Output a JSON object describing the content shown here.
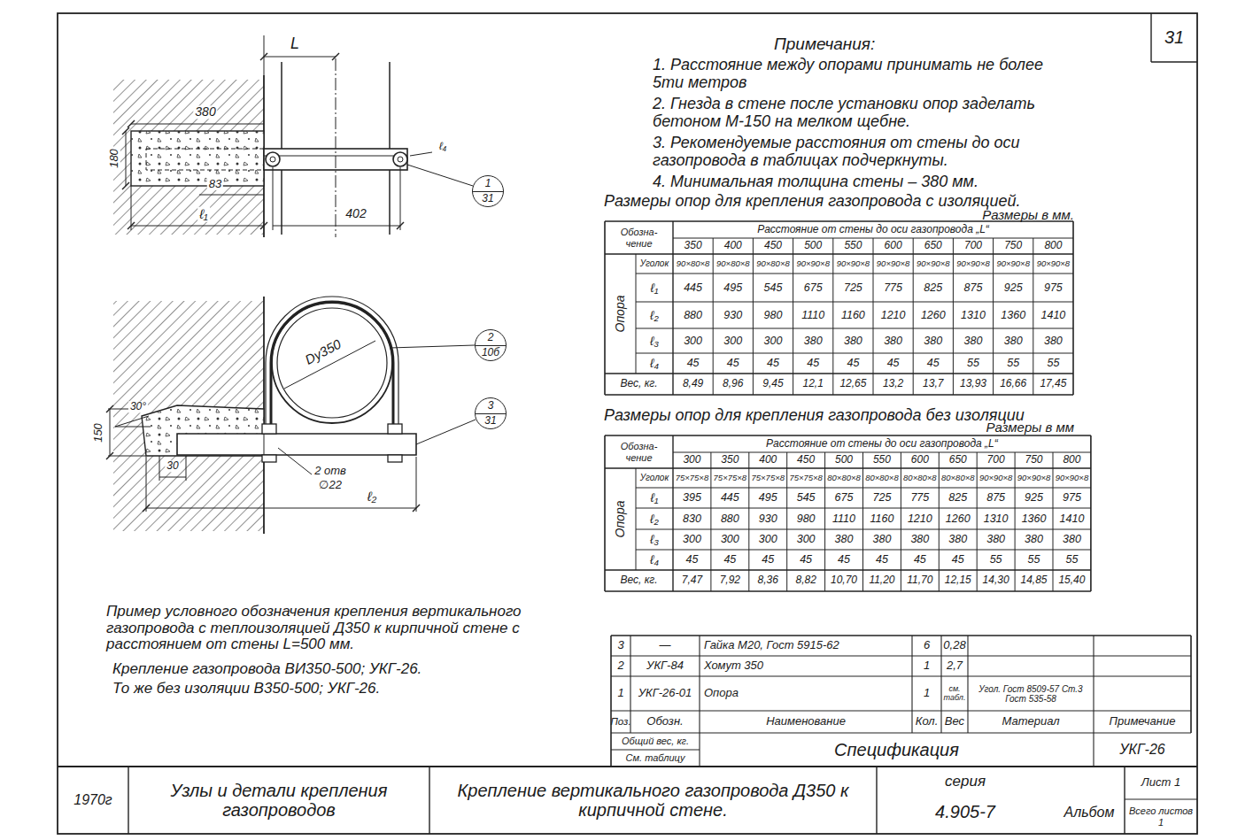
{
  "diagram": {
    "nodes": [
      {
        "text": [
          "1",
          "31"
        ]
      },
      {
        "text": [
          "2",
          "10б"
        ]
      },
      {
        "text": [
          "3",
          "31"
        ]
      }
    ],
    "labels": [
      "L",
      "380",
      "180",
      "83",
      "ℓ₁",
      "402",
      "ℓ₄",
      "Dу350",
      "30°",
      "150",
      "30",
      "2 отв",
      "∅22",
      "ℓ₂",
      "31",
      "Примечания:",
      "1. Расстояние между опорами принимать не более 5ти метров",
      "2. Гнезда в стене после установки опор заделать бетоном М-150 на мелком щебне.",
      "3. Рекомендуемые расстояния от стены до оси газопровода в таблицах подчеркнуты.",
      "4. Минимальная толщина стены – 380 мм.",
      "Размеры опор для крепления газопровода с изоляцией.",
      "Размеры в мм.",
      "Обозна- чение",
      "Расстояние от стены до оси газопровода „L“",
      "350",
      "400",
      "450",
      "500",
      "550",
      "600",
      "650",
      "700",
      "750",
      "800",
      "Опора",
      "Уголок",
      "90×80×8",
      "90×80×8",
      "90×80×8",
      "90×90×8",
      "90×90×8",
      "90×90×8",
      "90×90×8",
      "90×90×8",
      "90×90×8",
      "90×90×8",
      "ℓ₁",
      "445",
      "495",
      "545",
      "675",
      "725",
      "775",
      "825",
      "875",
      "925",
      "975",
      "ℓ₂",
      "880",
      "930",
      "980",
      "1110",
      "1160",
      "1210",
      "1260",
      "1310",
      "1360",
      "1410",
      "ℓ₃",
      "300",
      "300",
      "300",
      "380",
      "380",
      "380",
      "380",
      "380",
      "380",
      "380",
      "ℓ₄",
      "45",
      "45",
      "45",
      "45",
      "45",
      "45",
      "45",
      "55",
      "55",
      "55",
      "Вес, кг.",
      "8,49",
      "8,96",
      "9,45",
      "12,1",
      "12,65",
      "13,2",
      "13,7",
      "13,93",
      "16,66",
      "17,45",
      "Размеры опор для крепления газопровода без изоляции",
      "Размеры в мм",
      "Обозна- чение",
      "Расстояние от стены до оси газопровода „L“",
      "300",
      "350",
      "400",
      "450",
      "500",
      "550",
      "600",
      "650",
      "700",
      "750",
      "800",
      "Опора",
      "Уголок",
      "75×75×8",
      "75×75×8",
      "75×75×8",
      "75×75×8",
      "80×80×8",
      "80×80×8",
      "80×80×8",
      "80×80×8",
      "90×90×8",
      "90×90×8",
      "90×90×8",
      "ℓ₁",
      "395",
      "445",
      "495",
      "545",
      "675",
      "725",
      "775",
      "825",
      "875",
      "925",
      "975",
      "ℓ₂",
      "830",
      "880",
      "930",
      "980",
      "1110",
      "1160",
      "1210",
      "1260",
      "1310",
      "1360",
      "1410",
      "ℓ₃",
      "300",
      "300",
      "300",
      "300",
      "380",
      "380",
      "380",
      "380",
      "380",
      "380",
      "380",
      "ℓ₄",
      "45",
      "45",
      "45",
      "45",
      "45",
      "45",
      "45",
      "45",
      "55",
      "55",
      "55",
      "Вес, кг.",
      "7,47",
      "7,92",
      "8,36",
      "8,82",
      "10,70",
      "11,20",
      "11,70",
      "12,15",
      "14,30",
      "14,85",
      "15,40",
      "Пример условного обозначения крепления вертикального газопровода с теплоизоляцией Д350 к кирпичной стене с расстоянием от стены L=500 мм.",
      "Крепление газопровода ВИ350-500; УКГ-26.",
      "То же без изоляции В350-500; УКГ-26.",
      "3",
      "—",
      "Гайка М20, Гост 5915-62",
      "6",
      "0,28",
      "2",
      "УКГ-84",
      "Хомут 350",
      "1",
      "2,7",
      "1",
      "УКГ-26-01",
      "Опора",
      "1",
      "см. табл.",
      "Угол. Гост 8509-57 Ст.3 Гост 535-58",
      "Поз.",
      "Обозн.",
      "Наименование",
      "Кол.",
      "Вес",
      "Материал",
      "Примечание",
      "Общий вес, кг.",
      "См. таблицу",
      "Спецификация",
      "УКГ-26",
      "1970г",
      "Узлы и детали крепления газопроводов",
      "Крепление вертикального газопровода Д350 к кирпичной стене.",
      "серия",
      "4.905-7",
      "Альбом",
      "Лист 1",
      "Всего листов 1"
    ]
  }
}
